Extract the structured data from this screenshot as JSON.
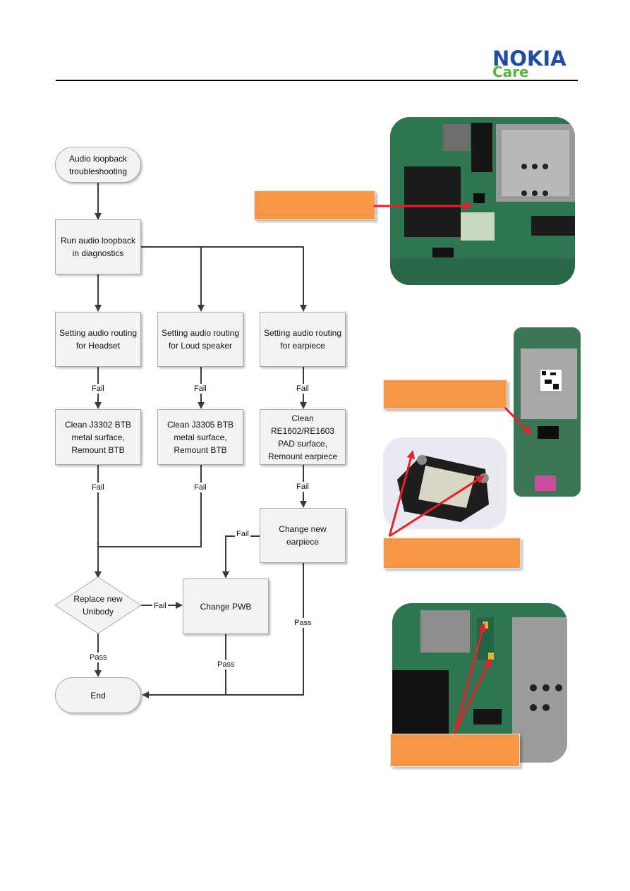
{
  "header": {
    "brand": "NOKIA",
    "subbrand": "Care"
  },
  "flow": {
    "start": "Audio loopback troubleshooting",
    "run": "Run audio loopback in diagnostics",
    "headset": "Setting audio routing for Headset",
    "loud": "Setting audio routing for Loud speaker",
    "earpiece": "Setting audio routing for earpiece",
    "clean_j3302": "Clean J3302 BTB metal surface, Remount BTB",
    "clean_j3305": "Clean J3305 BTB metal surface, Remount BTB",
    "clean_re": "Clean RE1602/RE1603 PAD surface, Remount earpiece",
    "change_earpiece": "Change new earpiece",
    "replace_unibody": "Replace new Unibody",
    "change_pwb": "Change PWB",
    "end": "End",
    "labels": {
      "fail": "Fail",
      "pass": "Pass"
    }
  },
  "colors": {
    "callout": "#f79646",
    "arrow": "#e8202a",
    "brand_blue": "#1f4ea3",
    "brand_green": "#57b13e"
  }
}
